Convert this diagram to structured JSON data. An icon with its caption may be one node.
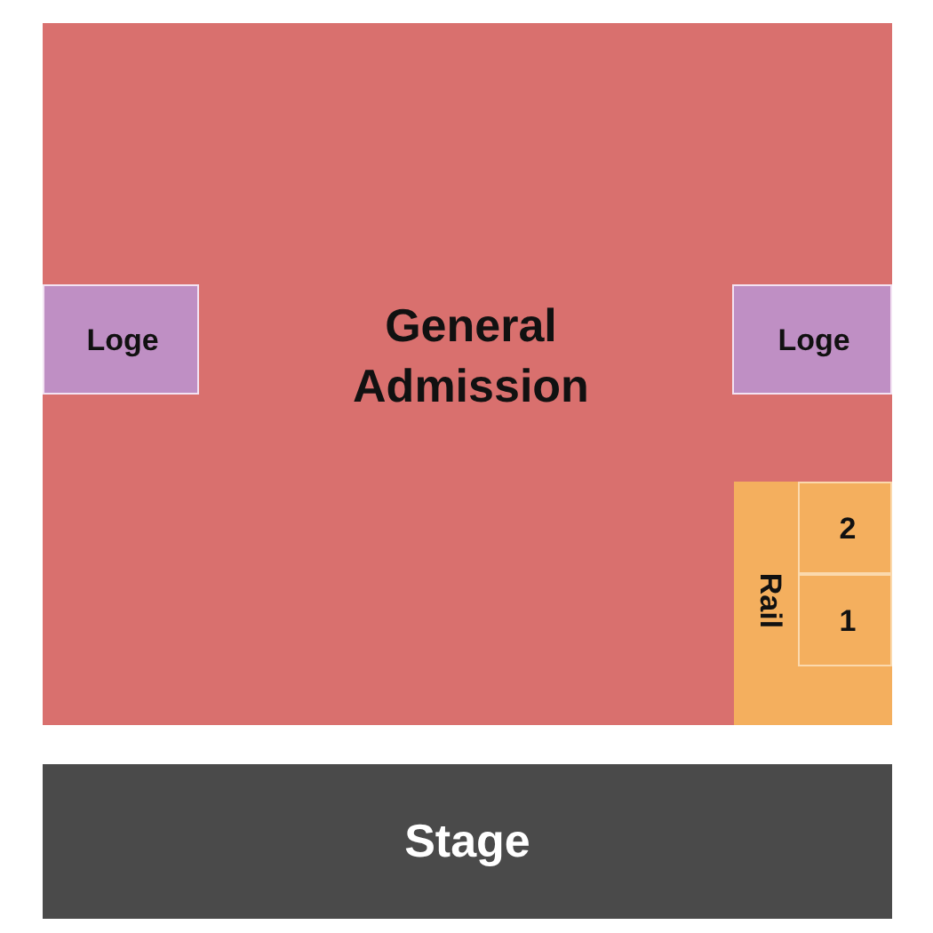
{
  "diagram": {
    "nodes": [
      {
        "text": [
          "General Admission"
        ]
      },
      {
        "text": [
          "Loge"
        ],
        "in": 0
      },
      {
        "text": [
          "Loge"
        ],
        "in": 0
      },
      {
        "text": [
          "Rail"
        ],
        "in": 0
      },
      {
        "text": [
          "2"
        ],
        "in": 3
      },
      {
        "text": [
          "1"
        ],
        "in": 3
      },
      {
        "text": [
          "Stage"
        ]
      }
    ]
  }
}
